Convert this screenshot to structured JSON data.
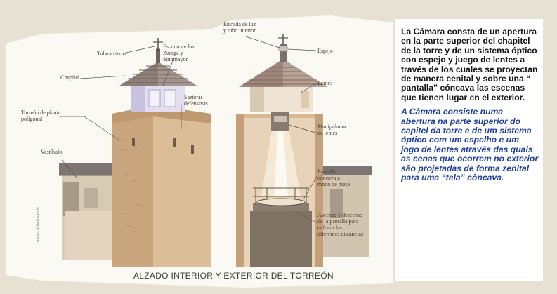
{
  "labels": {
    "tubo_exterior": "Tubo exterior",
    "chapitel": "Chapitel",
    "escudos": "Escudo de los Zúñiga y Sotomayor",
    "saeteras": "Saeteras defensivas",
    "torreon": "Torreón de planta poligonal",
    "vestibulo": "Vestíbulo",
    "entrada_luz": "Entrada de luz y tubo interior",
    "espejo": "Espejo",
    "lentes": "Lentes",
    "manipulador": "Manipulador de lentes",
    "pantalla": "Pantalla cóncava a modo de mesa",
    "ascenso": "Ascenso y descenso de la pantalla para enfocar las diferentes distancias"
  },
  "caption": "ALZADO INTERIOR Y EXTERIOR DEL TORREÓN",
  "credit": "Albarez Ávila Prudencio",
  "panel": {
    "spanish": "La Cámara consta de un apertura en la parte superior del chapitel de la torre y de un sistema óptico con espejo y juego de lentes a través de los cuales se proyectan de manera cenital y sobre una “ pantalla” cóncava las escenas que tienen lugar en el exterior.",
    "portuguese": "A Câmara consiste numa abertura na parte superior do capitel da torre e de um sistema óptico com um espelho e um jogo de lentes através das quais as cenas que ocorrem no exterior são projetadas de forma zenital para uma “tela” côncava."
  },
  "colors": {
    "background": "#e7e1d3",
    "paper": "#fbf9f4",
    "stone": "#d9b994",
    "roof": "#8d7e77",
    "panel_text": "#141414",
    "panel_text_pt": "#1f3fa0"
  }
}
